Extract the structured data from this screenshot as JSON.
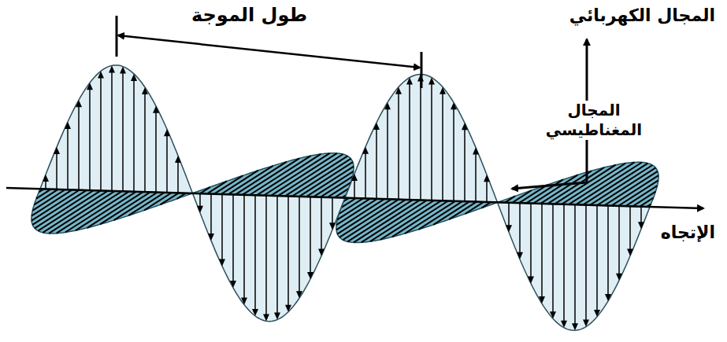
{
  "diagram": {
    "labels": [
      "طول الموجة",
      "المجال الكهربائي",
      "المجال المغناطيسي",
      "الإتجاه"
    ]
  }
}
